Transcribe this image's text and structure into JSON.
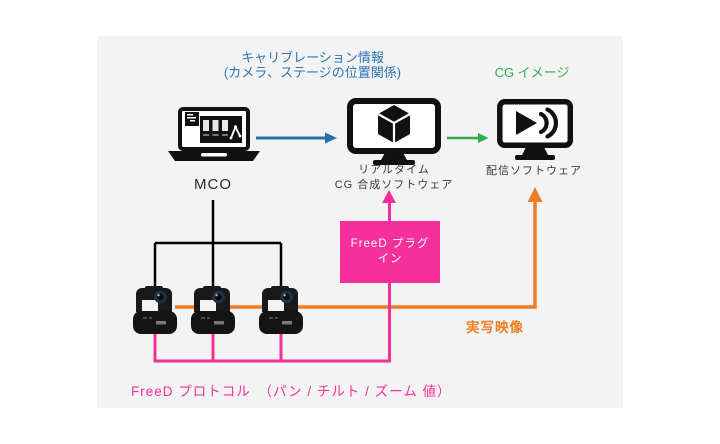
{
  "diagram": {
    "captions": {
      "calibration_line1": "キャリブレーション情報",
      "calibration_line2": "(カメラ、ステージの位置関係)",
      "cg_image": "CG イメージ",
      "live_video": "実写映像",
      "freed_protocol": "FreeD プロトコル　（パン / チルト / ズーム 値）"
    },
    "nodes": {
      "mco": {
        "label": "MCO",
        "icon": "laptop-icon"
      },
      "realtime_cg": {
        "label_line1": "リアルタイム",
        "label_line2": "CG 合成ソフトウェア",
        "icon": "monitor-cube-icon"
      },
      "broadcast": {
        "label": "配信ソフトウェア",
        "icon": "monitor-play-icon"
      },
      "freed_plugin": {
        "label": "FreeD プラグイン"
      },
      "cameras": {
        "count": 3,
        "icon": "ptz-camera-icon"
      }
    },
    "colors": {
      "calibration_text_blue": "#2E74B5",
      "cg_green": "#2EAE50",
      "freed_magenta": "#F5309B",
      "live_orange": "#EE7D23",
      "arrow_blue": "#2471A8",
      "panel_background": "#F3F3F3",
      "line_black": "#000000"
    }
  }
}
